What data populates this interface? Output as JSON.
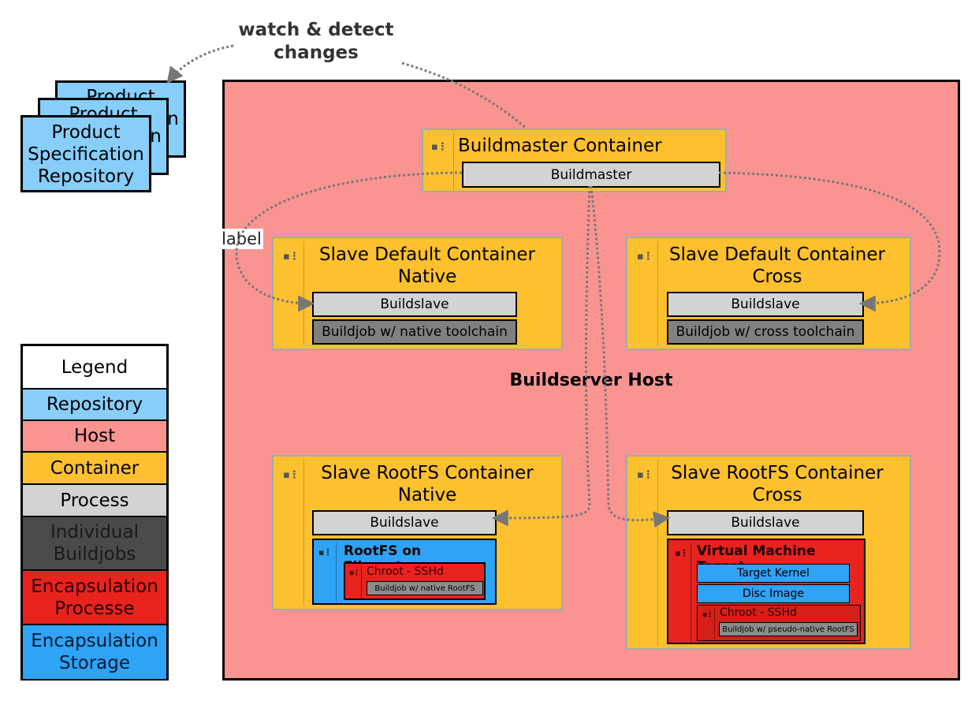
{
  "annotation": {
    "line1": "watch & detect",
    "line2": "changes"
  },
  "edge_label": "label",
  "repository": {
    "back1": "Product Specification Repository",
    "back2": "Product Specification Repository",
    "front": [
      "Product",
      "Specification",
      "Repository"
    ]
  },
  "host": {
    "label": "Buildserver Host"
  },
  "buildmaster": {
    "title": "Buildmaster Container",
    "process": "Buildmaster"
  },
  "slave_default_native": {
    "title": [
      "Slave Default Container",
      "Native"
    ],
    "process": "Buildslave",
    "job": "Buildjob w/ native toolchain"
  },
  "slave_default_cross": {
    "title": [
      "Slave Default Container",
      "Cross"
    ],
    "process": "Buildslave",
    "job": "Buildjob w/ cross toolchain"
  },
  "slave_rootfs_native": {
    "title": [
      "Slave RootFS Container",
      "Native"
    ],
    "process": "Buildslave",
    "storage_title": "RootFS on Filesystem",
    "chroot": "Chroot - SSHd",
    "job": "Buildjob w/ native RootFS"
  },
  "slave_rootfs_cross": {
    "title": [
      "Slave RootFS Container",
      "Cross"
    ],
    "process": "Buildslave",
    "vm_title": "Virtual Machine Target",
    "kernel": "Target Kernel",
    "disc": "Disc Image",
    "chroot": "Chroot - SSHd",
    "job": "Buildjob w/ pseudo-native RootFS"
  },
  "legend": {
    "title": "Legend",
    "items": [
      {
        "label": "Repository",
        "color": "#87cefa"
      },
      {
        "label": "Host",
        "color": "#fa9490"
      },
      {
        "label": "Container",
        "color": "#fdc02f"
      },
      {
        "label": "Process",
        "color": "#d3d3d3"
      },
      {
        "label": "Individual Buildjobs",
        "color": "#4a4a4a"
      },
      {
        "label": "Encapsulation Processe",
        "color": "#e8231e"
      },
      {
        "label": "Encapsulation Storage",
        "color": "#2fa3f5"
      }
    ]
  }
}
